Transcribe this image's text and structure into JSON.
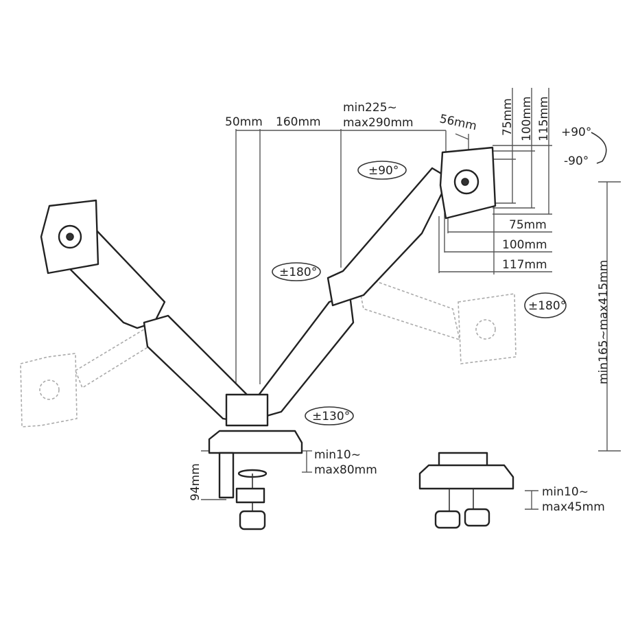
{
  "dimensions": {
    "pole_offset_a": "50mm",
    "pole_offset_b": "160mm",
    "arm_reach_min": "min225~",
    "arm_reach_max": "max290mm",
    "plate_depth": "56mm",
    "vesa_vertical": [
      "75mm",
      "100mm",
      "115mm"
    ],
    "vesa_horizontal": [
      "75mm",
      "100mm",
      "117mm"
    ],
    "height_range": "min165~max415mm",
    "clamp_height": "94mm",
    "clamp_desk_min": "min10~",
    "clamp_desk_max": "max80mm",
    "grommet_desk_min": "min10~",
    "grommet_desk_max": "max45mm"
  },
  "rotations": {
    "tilt_plus": "+90°",
    "tilt_minus": "-90°",
    "swivel_head": "±90°",
    "rotate_elbow": "±180°",
    "rotate_right_monitor": "±180°",
    "rotate_base": "±130°"
  }
}
